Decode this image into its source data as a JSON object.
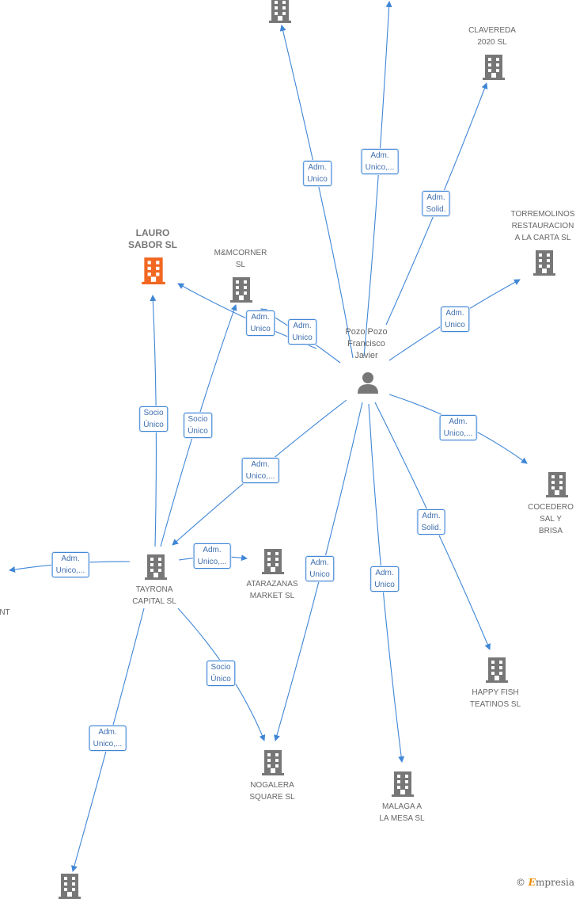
{
  "center": {
    "label": "Pozo Pozo\nFrancisco\nJavier"
  },
  "companies": {
    "top_left": {
      "label": ""
    },
    "clavereda": {
      "label": "CLAVEREDA\n2020 SL"
    },
    "torremolinos": {
      "label": "TORREMOLINOS\nRESTAURACION\nA LA CARTA SL"
    },
    "lauro": {
      "label": "LAURO\nSABOR SL"
    },
    "mmcorner": {
      "label": "M&MCORNER\nSL"
    },
    "cocedero": {
      "label": "COCEDERO\nSAL Y BRISA"
    },
    "tayrona": {
      "label": "TAYRONA\nCAPITAL SL"
    },
    "atarazanas": {
      "label": "ATARAZANAS\nMARKET SL"
    },
    "happy_fish": {
      "label": "HAPPY FISH\nTEATINOS SL"
    },
    "nogalera": {
      "label": "NOGALERA\nSQUARE SL"
    },
    "malaga": {
      "label": "MALAGA A\nLA MESA SL"
    },
    "left_nt": {
      "label": "NT"
    },
    "bottom_left": {
      "label": ""
    }
  },
  "edges": {
    "top_left": "Adm.\nUnico",
    "top_center": "Adm.\nUnico,...",
    "clavereda": "Adm.\nSolid.",
    "torremolinos": "Adm.\nUnico",
    "mmcorner_a": "Adm.\nUnico",
    "mmcorner_b": "Adm.\nUnico",
    "cocedero": "Adm.\nUnico,...",
    "tayrona": "Adm.\nUnico,...",
    "lauro_from_tayrona": "Socio\nÚnico",
    "mmcorner_from_tayrona": "Socio\nÚnico",
    "left_from_tayrona": "Adm.\nUnico,...",
    "atarazanas_from_tayrona": "Adm.\nUnico,...",
    "nogalera_from_tayrona": "Socio\nÚnico",
    "bottom_from_tayrona": "Adm.\nUnico,...",
    "nogalera": "Adm.\nUnico",
    "malaga": "Adm.\nUnico",
    "happy_fish": "Adm.\nSolid."
  },
  "colors": {
    "edge": "#3f86d6",
    "building": "#777777",
    "highlight": "#f26722"
  },
  "brand": {
    "symbol": "©",
    "initial": "E",
    "rest": "mpresia"
  }
}
